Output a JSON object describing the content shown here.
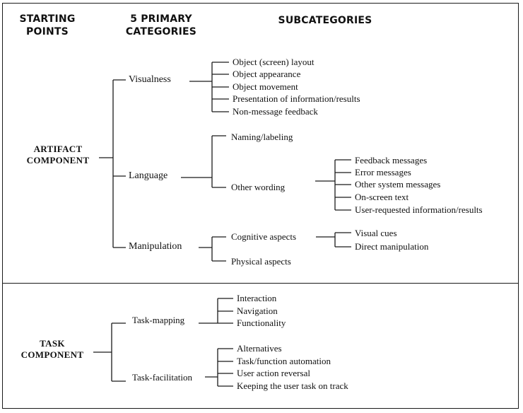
{
  "headers": {
    "starting": [
      "STARTING",
      "POINTS"
    ],
    "primary": [
      "5 PRIMARY",
      "CATEGORIES"
    ],
    "sub": "SUBCATEGORIES"
  },
  "artifact": {
    "label": [
      "ARTIFACT",
      "COMPONENT"
    ],
    "categories": [
      {
        "label": "Visualness",
        "subs": [
          "Object (screen) layout",
          "Object appearance",
          "Object movement",
          "Presentation of information/results",
          "Non-message feedback"
        ]
      },
      {
        "label": "Language",
        "subs": [
          "Naming/labeling",
          "Other wording"
        ],
        "other_wording_subs": [
          "Feedback messages",
          "Error messages",
          "Other system messages",
          "On-screen text",
          "User-requested information/results"
        ]
      },
      {
        "label": "Manipulation",
        "subs": [
          "Cognitive aspects",
          "Physical aspects"
        ],
        "cognitive_subs": [
          "Visual cues",
          "Direct manipulation"
        ]
      }
    ]
  },
  "task": {
    "label": [
      "TASK",
      "COMPONENT"
    ],
    "categories": [
      {
        "label": "Task-mapping",
        "subs": [
          "Interaction",
          "Navigation",
          "Functionality"
        ]
      },
      {
        "label": "Task-facilitation",
        "subs": [
          "Alternatives",
          "Task/function automation",
          "User action reversal",
          "Keeping the user task on track"
        ]
      }
    ]
  }
}
